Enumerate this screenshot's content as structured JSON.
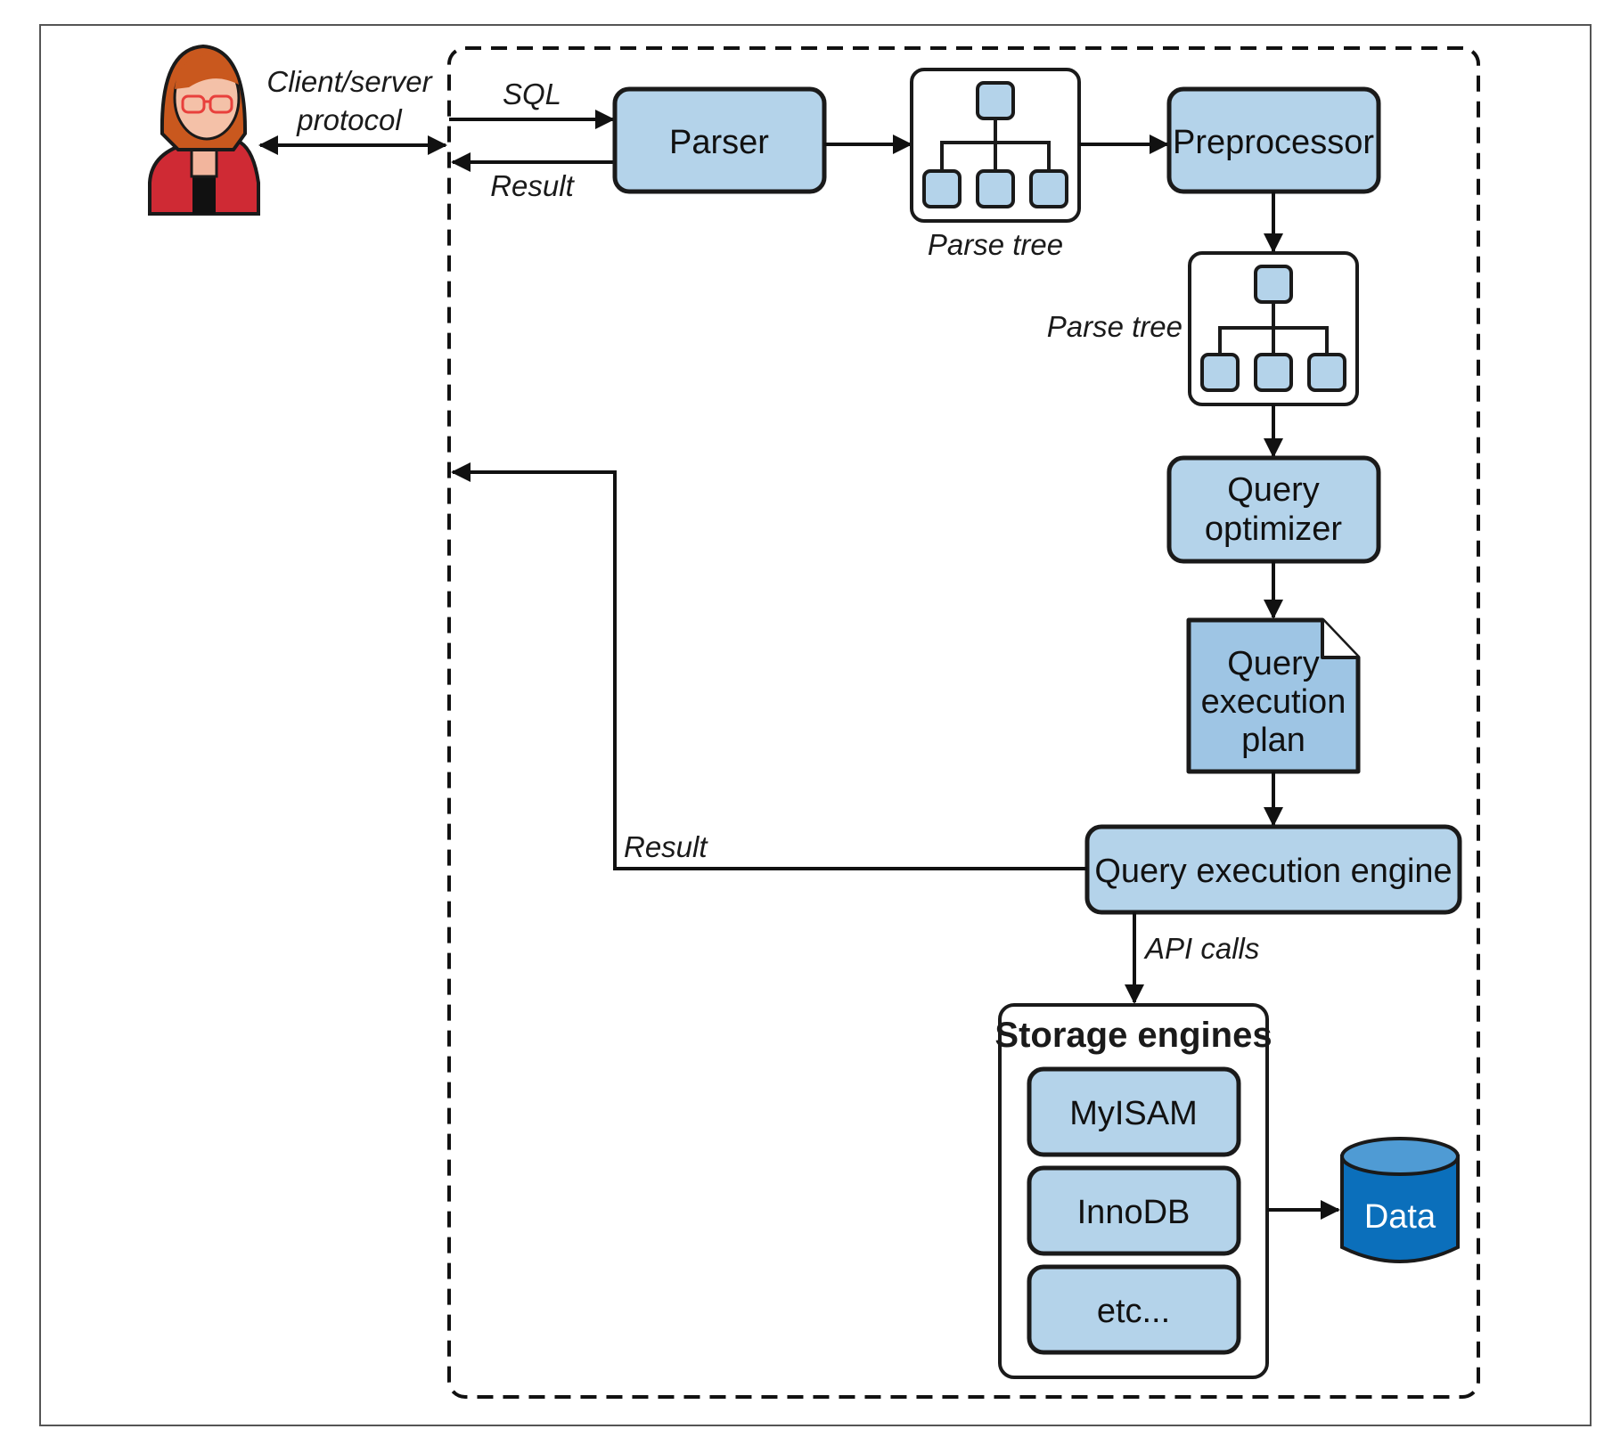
{
  "colors": {
    "box_fill": "#b4d3ea",
    "plan_fill": "#9ec5e4",
    "data_fill": "#0b6fbb",
    "data_top": "#4f9bd4",
    "user_jacket": "#cf2a34",
    "user_hair": "#c9581e",
    "stroke": "#1a1a1a"
  },
  "labels": {
    "client_server_line1": "Client/server",
    "client_server_line2": "protocol",
    "sql": "SQL",
    "result_top": "Result",
    "parse_tree_1": "Parse tree",
    "parse_tree_2": "Parse tree",
    "result_left": "Result",
    "api_calls": "API calls"
  },
  "boxes": {
    "parser": "Parser",
    "preprocessor": "Preprocessor",
    "optimizer_line1": "Query",
    "optimizer_line2": "optimizer",
    "plan_line1": "Query",
    "plan_line2": "execution",
    "plan_line3": "plan",
    "engine": "Query execution engine",
    "storage_title": "Storage engines",
    "myisam": "MyISAM",
    "innodb": "InnoDB",
    "etc": "etc...",
    "data": "Data"
  },
  "icons": {
    "user": "user-avatar-icon",
    "parse_tree": "tree-hierarchy-icon",
    "document": "document-icon",
    "database": "database-cylinder-icon"
  }
}
